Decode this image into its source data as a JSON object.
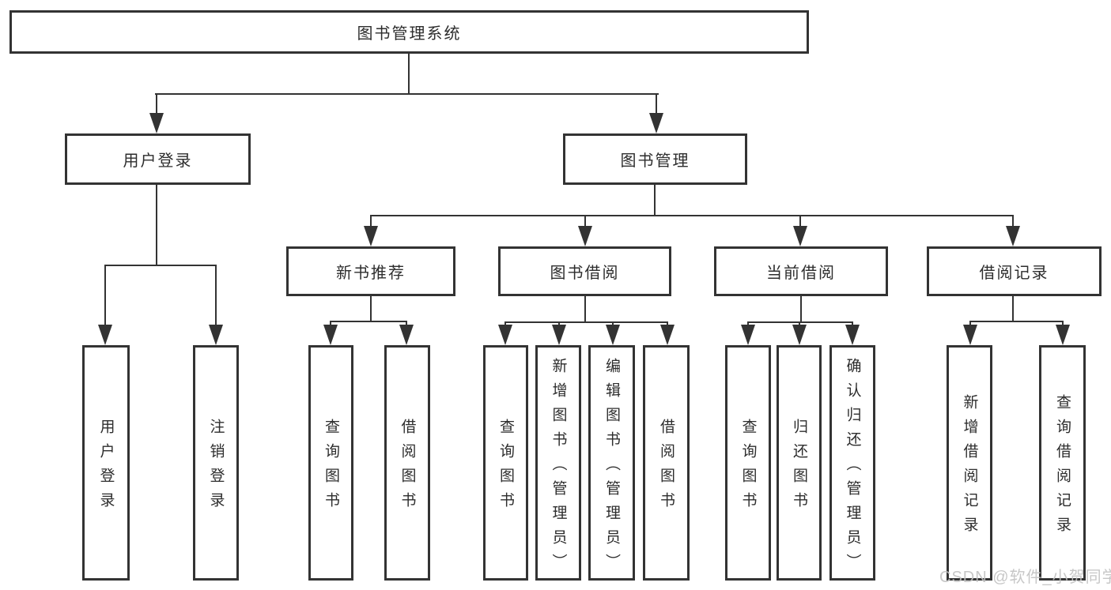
{
  "tree": {
    "label": "图书管理系统",
    "children": [
      {
        "label": "用户登录",
        "children": [
          {
            "label": "用户登录"
          },
          {
            "label": "注销登录"
          }
        ]
      },
      {
        "label": "图书管理",
        "children": [
          {
            "label": "新书推荐",
            "children": [
              {
                "label": "查询图书"
              },
              {
                "label": "借阅图书"
              }
            ]
          },
          {
            "label": "图书借阅",
            "children": [
              {
                "label": "查询图书"
              },
              {
                "label": "新增图书（管理员）"
              },
              {
                "label": "编辑图书（管理员）"
              },
              {
                "label": "借阅图书"
              }
            ]
          },
          {
            "label": "当前借阅",
            "children": [
              {
                "label": "查询图书"
              },
              {
                "label": "归还图书"
              },
              {
                "label": "确认归还（管理员）"
              }
            ]
          },
          {
            "label": "借阅记录",
            "children": [
              {
                "label": "新增借阅记录"
              },
              {
                "label": "查询借阅记录"
              }
            ]
          }
        ]
      }
    ]
  },
  "watermark": "CSDN @软件_小贺同学",
  "colors": {
    "line": "#333333",
    "text": "#2d2d2d",
    "watermark": "#c2c2c2",
    "background": "#ffffff"
  }
}
